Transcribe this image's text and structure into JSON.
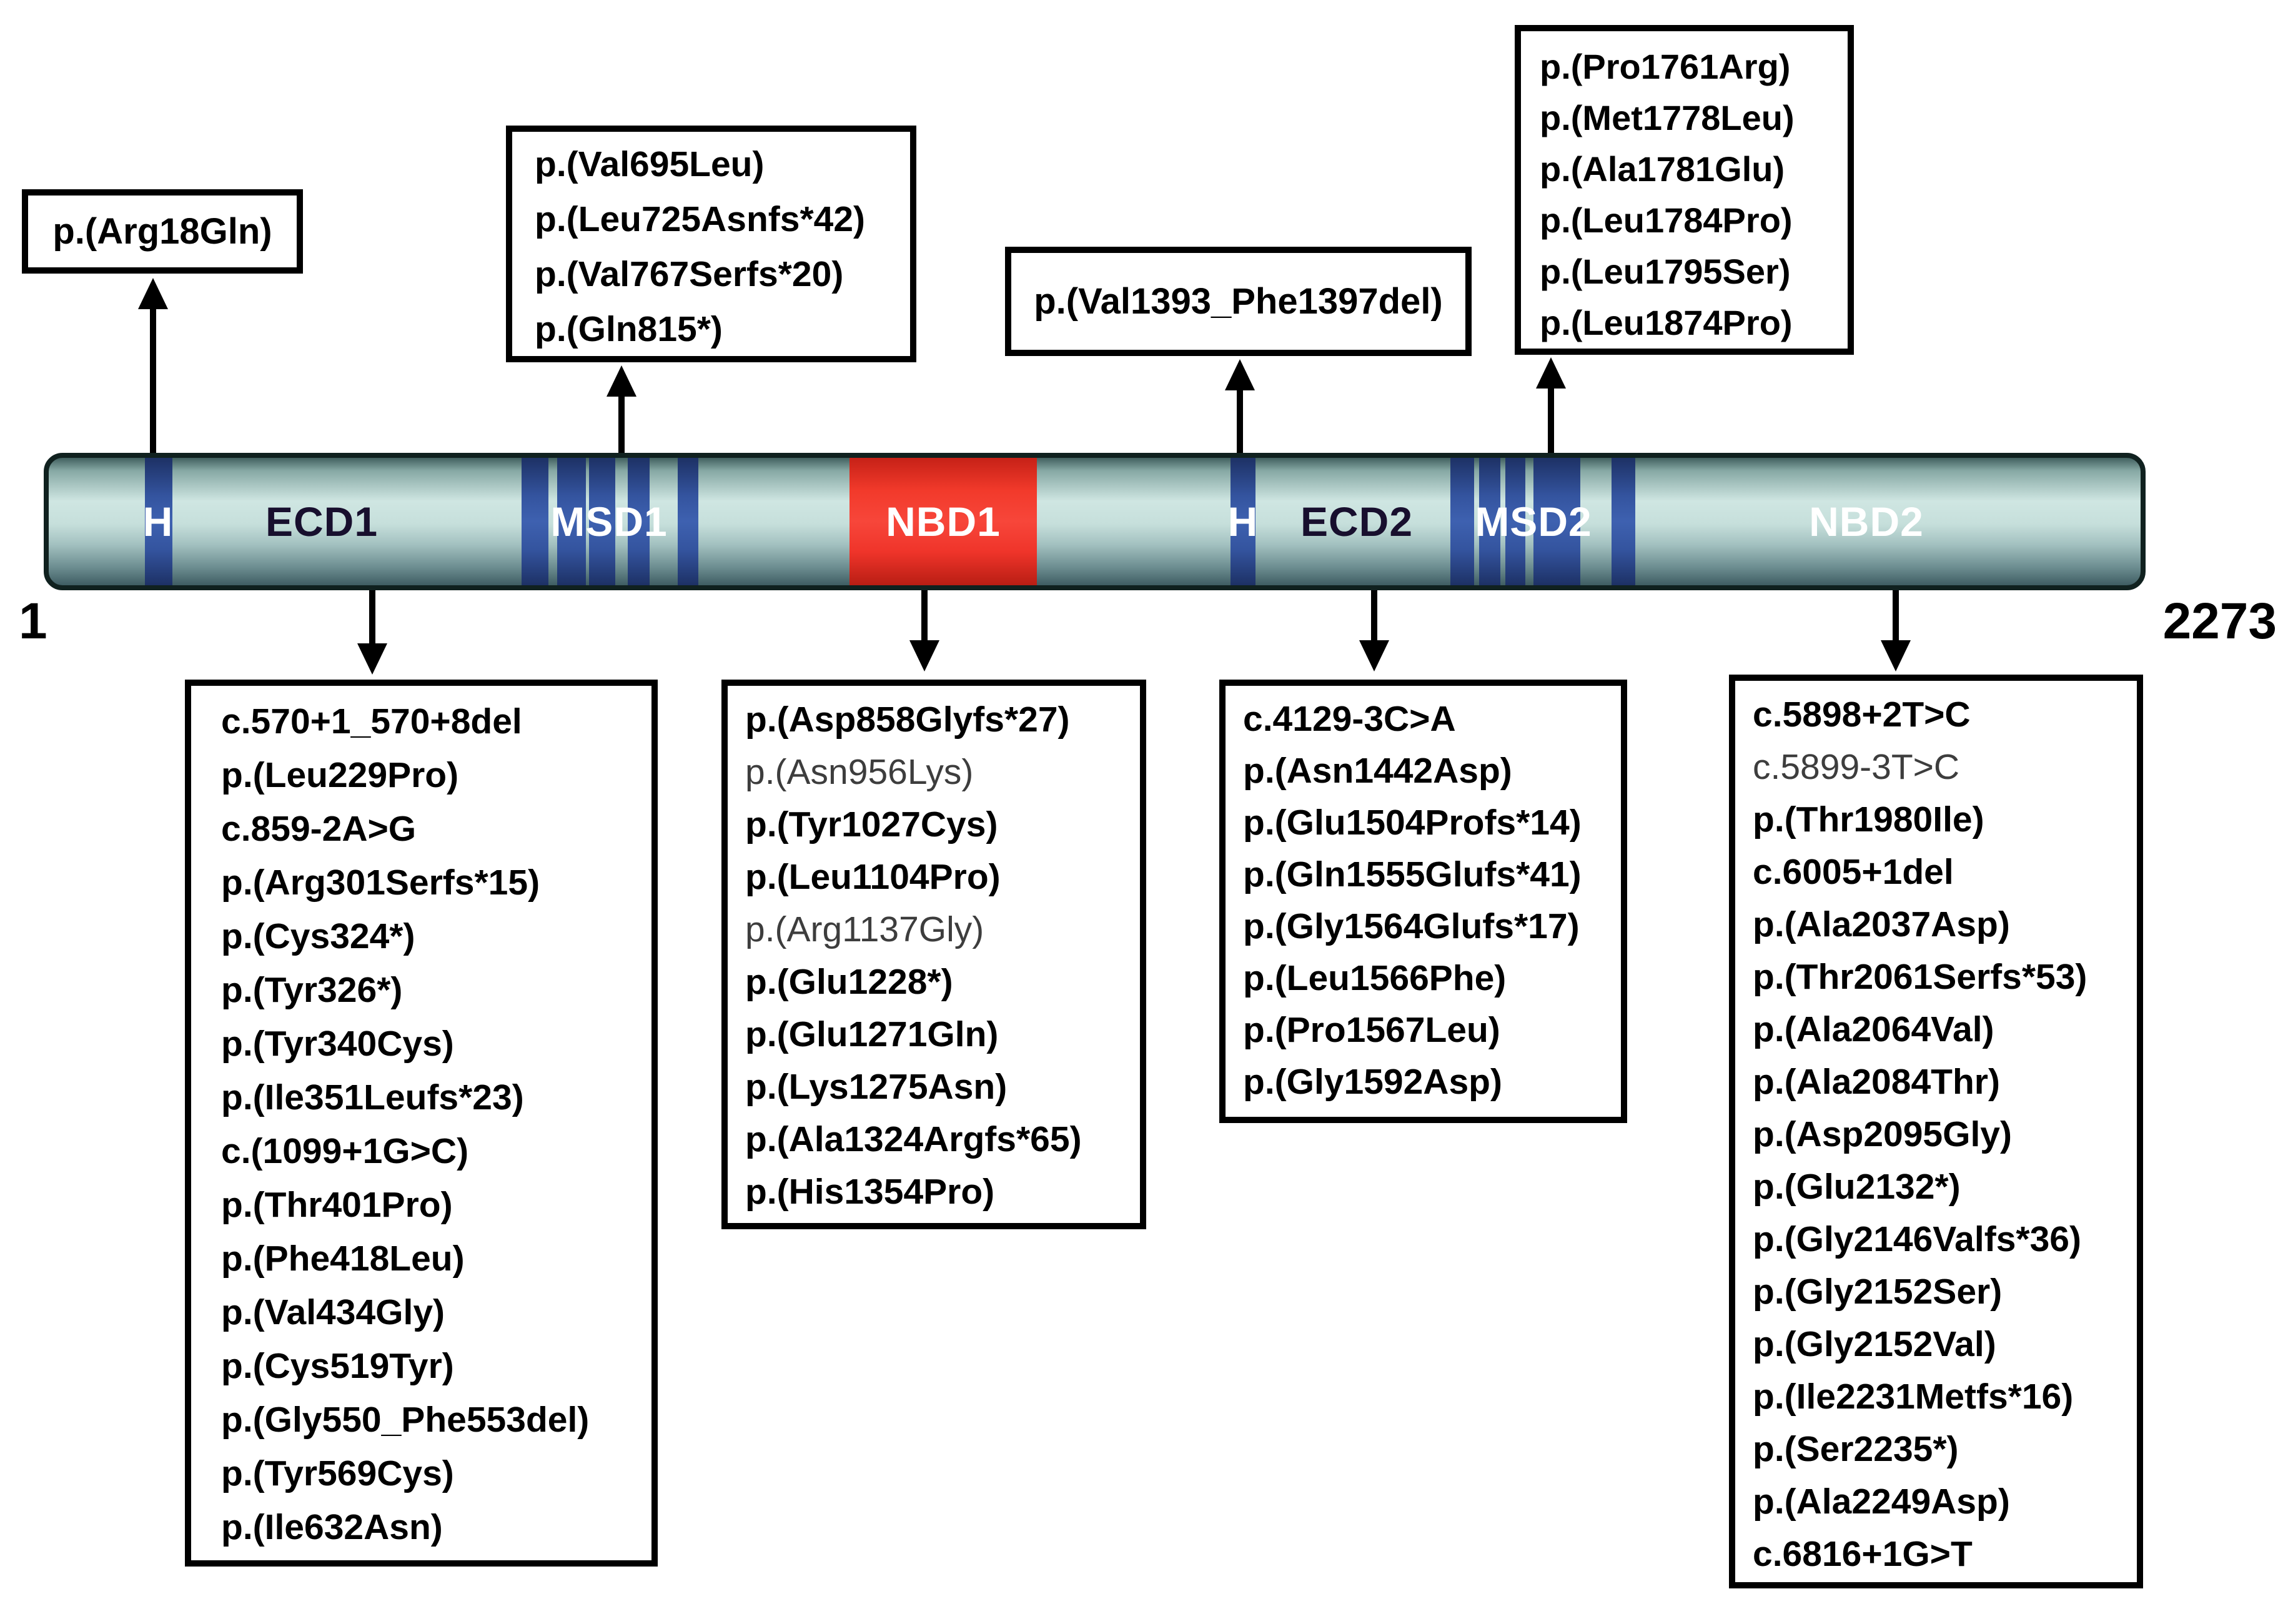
{
  "figure": {
    "description": "Protein domain diagram with mutation annotation boxes",
    "bar": {
      "start": "1",
      "end": "2273",
      "domains": [
        {
          "label": "H"
        },
        {
          "label": "ECD1"
        },
        {
          "label": "MSD1"
        },
        {
          "label": "NBD1"
        },
        {
          "label": "H"
        },
        {
          "label": "ECD2"
        },
        {
          "label": "MSD2"
        },
        {
          "label": "NBD2"
        }
      ]
    }
  },
  "boxes_above": [
    {
      "name": "h1-box",
      "items": [
        {
          "text": "p.(Arg18Gln)"
        }
      ]
    },
    {
      "name": "msd1-box",
      "items": [
        {
          "text": "p.(Val695Leu)"
        },
        {
          "text": "p.(Leu725Asnfs*42)"
        },
        {
          "text": "p.(Val767Serfs*20)"
        },
        {
          "text": "p.(Gln815*)"
        }
      ]
    },
    {
      "name": "h2-box",
      "items": [
        {
          "text": "p.(Val1393_Phe1397del)"
        }
      ]
    },
    {
      "name": "msd2-box",
      "items": [
        {
          "text": "p.(Pro1761Arg)"
        },
        {
          "text": "p.(Met1778Leu)"
        },
        {
          "text": "p.(Ala1781Glu)"
        },
        {
          "text": "p.(Leu1784Pro)"
        },
        {
          "text": "p.(Leu1795Ser)"
        },
        {
          "text": "p.(Leu1874Pro)"
        }
      ]
    }
  ],
  "boxes_below": [
    {
      "name": "ecd1-box",
      "items": [
        {
          "text": "c.570+1_570+8del"
        },
        {
          "text": "p.(Leu229Pro)"
        },
        {
          "text": "c.859-2A>G"
        },
        {
          "text": "p.(Arg301Serfs*15)"
        },
        {
          "text": "p.(Cys324*)"
        },
        {
          "text": "p.(Tyr326*)"
        },
        {
          "text": "p.(Tyr340Cys)"
        },
        {
          "text": "p.(Ile351Leufs*23)"
        },
        {
          "text": "c.(1099+1G>C)"
        },
        {
          "text": "p.(Thr401Pro)"
        },
        {
          "text": "p.(Phe418Leu)"
        },
        {
          "text": "p.(Val434Gly)"
        },
        {
          "text": "p.(Cys519Tyr)"
        },
        {
          "text": "p.(Gly550_Phe553del)"
        },
        {
          "text": "p.(Tyr569Cys)"
        },
        {
          "text": "p.(Ile632Asn)"
        }
      ]
    },
    {
      "name": "nbd1-box",
      "items": [
        {
          "text": "p.(Asp858Glyfs*27)"
        },
        {
          "text": "p.(Asn956Lys)",
          "muted": true
        },
        {
          "text": "p.(Tyr1027Cys)"
        },
        {
          "text": "p.(Leu1104Pro)"
        },
        {
          "text": "p.(Arg1137Gly)",
          "muted": true
        },
        {
          "text": "p.(Glu1228*)"
        },
        {
          "text": "p.(Glu1271Gln)"
        },
        {
          "text": "p.(Lys1275Asn)"
        },
        {
          "text": "p.(Ala1324Argfs*65)"
        },
        {
          "text": "p.(His1354Pro)"
        }
      ]
    },
    {
      "name": "ecd2-box",
      "items": [
        {
          "text": "c.4129-3C>A"
        },
        {
          "text": "p.(Asn1442Asp)"
        },
        {
          "text": "p.(Glu1504Profs*14)"
        },
        {
          "text": "p.(Gln1555Glufs*41)"
        },
        {
          "text": "p.(Gly1564Glufs*17)"
        },
        {
          "text": "p.(Leu1566Phe)"
        },
        {
          "text": "p.(Pro1567Leu)"
        },
        {
          "text": "p.(Gly1592Asp)"
        }
      ]
    },
    {
      "name": "nbd2-box",
      "items": [
        {
          "text": "c.5898+2T>C"
        },
        {
          "text": "c.5899-3T>C",
          "muted": true
        },
        {
          "text": "p.(Thr1980Ile)"
        },
        {
          "text": "c.6005+1del"
        },
        {
          "text": "p.(Ala2037Asp)"
        },
        {
          "text": "p.(Thr2061Serfs*53)"
        },
        {
          "text": "p.(Ala2064Val)"
        },
        {
          "text": "p.(Ala2084Thr)"
        },
        {
          "text": "p.(Asp2095Gly)"
        },
        {
          "text": "p.(Glu2132*)"
        },
        {
          "text": "p.(Gly2146Valfs*36)"
        },
        {
          "text": "p.(Gly2152Ser)"
        },
        {
          "text": "p.(Gly2152Val)"
        },
        {
          "text": "p.(Ile2231Metfs*16)"
        },
        {
          "text": "p.(Ser2235*)"
        },
        {
          "text": "p.(Ala2249Asp)"
        },
        {
          "text": "c.6816+1G>T"
        }
      ]
    }
  ],
  "colors": {
    "domain_blue": "#2c4a96",
    "domain_red": "#ee2e24",
    "outline": "#000000"
  }
}
